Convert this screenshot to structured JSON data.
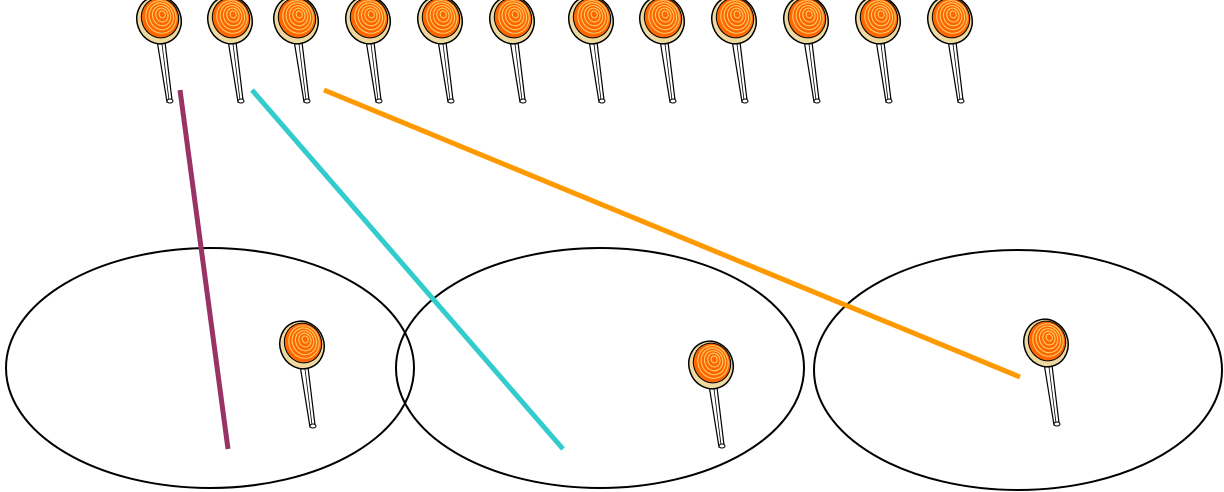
{
  "diagram": {
    "top_row": {
      "item": "lollipop-icon",
      "count": 12
    },
    "groups": [
      {
        "name": "group-1",
        "contents": "lollipop-icon",
        "count": 1
      },
      {
        "name": "group-2",
        "contents": "lollipop-icon",
        "count": 1
      },
      {
        "name": "group-3",
        "contents": "lollipop-icon",
        "count": 1
      }
    ],
    "connectors": [
      {
        "name": "connector-1",
        "from_top_item": 1,
        "to_group": 1,
        "color": "#993366"
      },
      {
        "name": "connector-2",
        "from_top_item": 2,
        "to_group": 2,
        "color": "#33CCCC"
      },
      {
        "name": "connector-3",
        "from_top_item": 3,
        "to_group": 3,
        "color": "#FF9900"
      }
    ],
    "colors": {
      "candy_outer": "#FF6600",
      "candy_spiral": "#FFCC66",
      "candy_rim": "#EED9A0",
      "outline": "#000000"
    }
  }
}
